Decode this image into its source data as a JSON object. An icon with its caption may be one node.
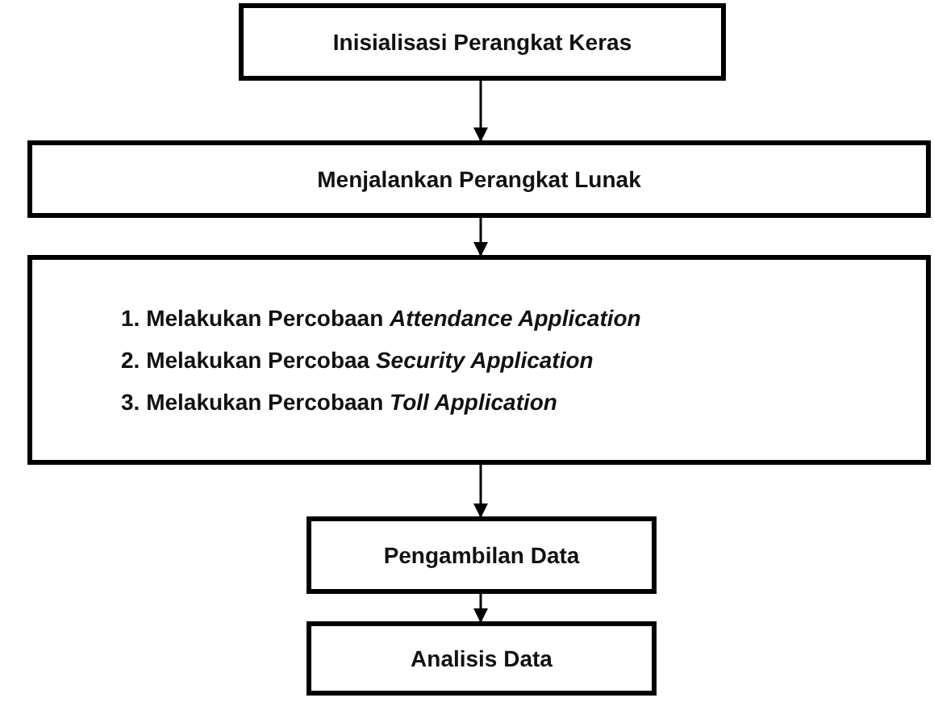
{
  "diagram": {
    "nodes": [
      {
        "text": [
          "Inisialisasi Perangkat Keras"
        ]
      },
      {
        "text": [
          "Menjalankan Perangkat Lunak"
        ]
      },
      {
        "text": [
          "1. Melakukan Percobaan *Attendance Application*",
          "2. Melakukan Percobaa *Security Application*",
          "3. Melakukan Percobaan *Toll Application*"
        ]
      },
      {
        "text": [
          "Pengambilan Data"
        ]
      },
      {
        "text": [
          "Analisis Data"
        ]
      }
    ],
    "edges": [
      {
        "from": 0,
        "to": 1,
        "arrow": "to"
      },
      {
        "from": 1,
        "to": 2,
        "arrow": "to"
      },
      {
        "from": 2,
        "to": 3,
        "arrow": "to"
      },
      {
        "from": 3,
        "to": 4,
        "arrow": "to"
      }
    ]
  }
}
